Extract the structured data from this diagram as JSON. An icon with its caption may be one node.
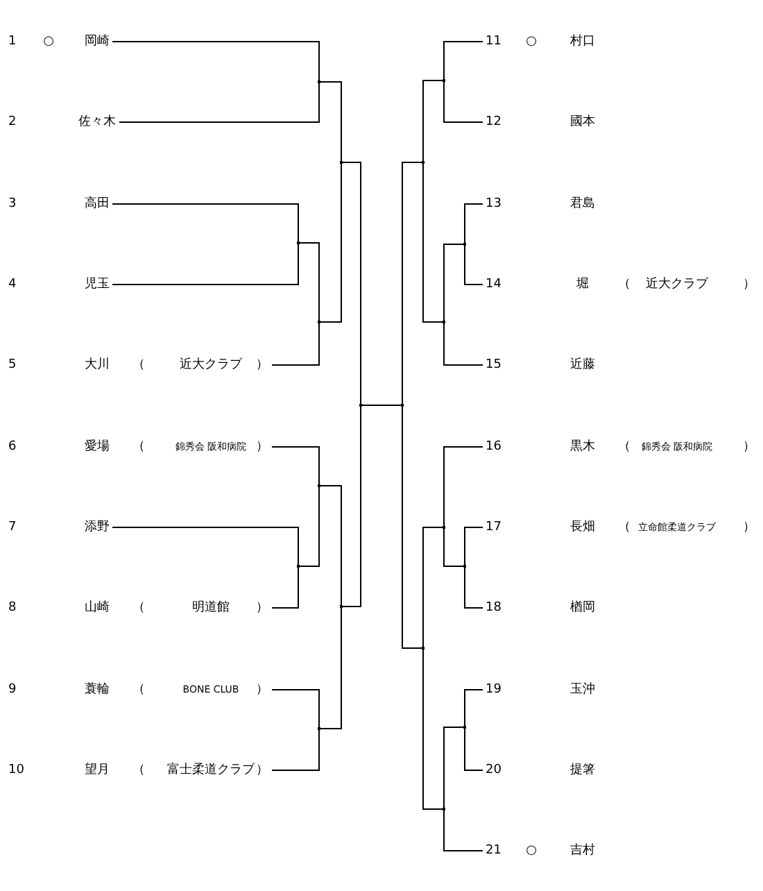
{
  "diagram": {
    "nodes": [
      {
        "text": [
          "1",
          "○",
          "岡崎"
        ]
      },
      {
        "text": [
          "2",
          "佐々木"
        ]
      },
      {
        "text": [
          "3",
          "高田"
        ]
      },
      {
        "text": [
          "4",
          "児玉"
        ]
      },
      {
        "text": [
          "5",
          "大川",
          "（",
          "近大クラブ",
          "）"
        ]
      },
      {
        "text": [
          "6",
          "愛場",
          "（",
          "錦秀会 阪和病院",
          "）"
        ]
      },
      {
        "text": [
          "7",
          "添野"
        ]
      },
      {
        "text": [
          "8",
          "山崎",
          "（",
          "明道館",
          "）"
        ]
      },
      {
        "text": [
          "9",
          "蓑輪",
          "（",
          "BONE CLUB",
          "）"
        ]
      },
      {
        "text": [
          "10",
          "望月",
          "（",
          "富士柔道クラブ",
          "）"
        ]
      },
      {
        "text": [
          "11",
          "○",
          "村口"
        ]
      },
      {
        "text": [
          "12",
          "國本"
        ]
      },
      {
        "text": [
          "13",
          "君島"
        ]
      },
      {
        "text": [
          "14",
          "堀",
          "（",
          "近大クラブ",
          "）"
        ]
      },
      {
        "text": [
          "15",
          "近藤"
        ]
      },
      {
        "text": [
          "16",
          "黒木",
          "（",
          "錦秀会 阪和病院",
          "）"
        ]
      },
      {
        "text": [
          "17",
          "長畑",
          "（",
          "立命館柔道クラブ",
          "）"
        ]
      },
      {
        "text": [
          "18",
          "楢岡"
        ]
      },
      {
        "text": [
          "19",
          "玉沖"
        ]
      },
      {
        "text": [
          "20",
          "提箸"
        ]
      },
      {
        "text": [
          "21",
          "○",
          "吉村"
        ]
      },
      {
        "text": [],
        "shape": "point"
      },
      {
        "text": [],
        "shape": "point"
      },
      {
        "text": [],
        "shape": "point"
      },
      {
        "text": [],
        "shape": "point"
      },
      {
        "text": [],
        "shape": "point"
      },
      {
        "text": [],
        "shape": "point"
      },
      {
        "text": [],
        "shape": "point"
      },
      {
        "text": [],
        "shape": "point"
      },
      {
        "text": [],
        "shape": "point"
      },
      {
        "text": [],
        "shape": "point"
      },
      {
        "text": [],
        "shape": "point"
      },
      {
        "text": [],
        "shape": "point"
      },
      {
        "text": [],
        "shape": "point"
      },
      {
        "text": [],
        "shape": "point"
      },
      {
        "text": [],
        "shape": "point"
      },
      {
        "text": [],
        "shape": "point"
      },
      {
        "text": [],
        "shape": "point"
      },
      {
        "text": [],
        "shape": "point"
      },
      {
        "text": [],
        "shape": "point"
      }
    ],
    "edges": [
      {
        "from": 0,
        "to": 21,
        "arrow": "none"
      },
      {
        "from": 1,
        "to": 21,
        "arrow": "none"
      },
      {
        "from": 2,
        "to": 22,
        "arrow": "none"
      },
      {
        "from": 3,
        "to": 22,
        "arrow": "none"
      },
      {
        "from": 22,
        "to": 23,
        "arrow": "none"
      },
      {
        "from": 4,
        "to": 23,
        "arrow": "none"
      },
      {
        "from": 21,
        "to": 24,
        "arrow": "none"
      },
      {
        "from": 23,
        "to": 24,
        "arrow": "none"
      },
      {
        "from": 6,
        "to": 25,
        "arrow": "none"
      },
      {
        "from": 7,
        "to": 25,
        "arrow": "none"
      },
      {
        "from": 5,
        "to": 26,
        "arrow": "none"
      },
      {
        "from": 25,
        "to": 26,
        "arrow": "none"
      },
      {
        "from": 8,
        "to": 27,
        "arrow": "none"
      },
      {
        "from": 9,
        "to": 27,
        "arrow": "none"
      },
      {
        "from": 26,
        "to": 28,
        "arrow": "none"
      },
      {
        "from": 27,
        "to": 28,
        "arrow": "none"
      },
      {
        "from": 24,
        "to": 29,
        "arrow": "none"
      },
      {
        "from": 28,
        "to": 29,
        "arrow": "none"
      },
      {
        "from": 10,
        "to": 30,
        "arrow": "none"
      },
      {
        "from": 11,
        "to": 30,
        "arrow": "none"
      },
      {
        "from": 12,
        "to": 31,
        "arrow": "none"
      },
      {
        "from": 13,
        "to": 31,
        "arrow": "none"
      },
      {
        "from": 31,
        "to": 32,
        "arrow": "none"
      },
      {
        "from": 14,
        "to": 32,
        "arrow": "none"
      },
      {
        "from": 30,
        "to": 33,
        "arrow": "none"
      },
      {
        "from": 32,
        "to": 33,
        "arrow": "none"
      },
      {
        "from": 16,
        "to": 34,
        "arrow": "none"
      },
      {
        "from": 17,
        "to": 34,
        "arrow": "none"
      },
      {
        "from": 15,
        "to": 35,
        "arrow": "none"
      },
      {
        "from": 34,
        "to": 35,
        "arrow": "none"
      },
      {
        "from": 18,
        "to": 36,
        "arrow": "none"
      },
      {
        "from": 19,
        "to": 36,
        "arrow": "none"
      },
      {
        "from": 36,
        "to": 37,
        "arrow": "none"
      },
      {
        "from": 20,
        "to": 37,
        "arrow": "none"
      },
      {
        "from": 35,
        "to": 38,
        "arrow": "none"
      },
      {
        "from": 37,
        "to": 38,
        "arrow": "none"
      },
      {
        "from": 33,
        "to": 39,
        "arrow": "none"
      },
      {
        "from": 38,
        "to": 39,
        "arrow": "none"
      },
      {
        "from": 29,
        "to": 39,
        "arrow": "none"
      }
    ]
  }
}
